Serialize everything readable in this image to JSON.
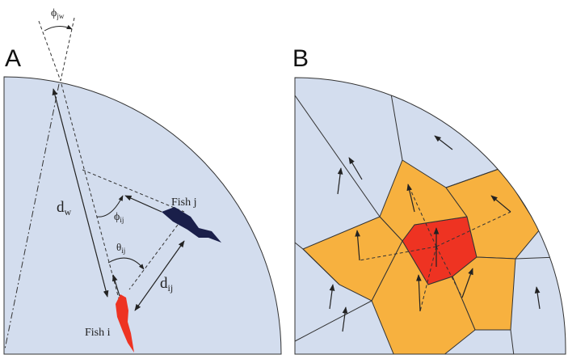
{
  "panel_a": {
    "letter": "A",
    "phi_jw": {
      "main": "ϕ",
      "sub": "jw"
    },
    "d_w": {
      "main": "d",
      "sub": "w"
    },
    "phi_ij": {
      "main": "ϕ",
      "sub": "ij"
    },
    "theta_ij": {
      "main": "θ",
      "sub": "ij"
    },
    "d_ij": {
      "main": "d",
      "sub": "ij"
    },
    "fish_j": "Fish j",
    "fish_i": "Fish i"
  },
  "panel_b": {
    "letter": "B"
  },
  "colors": {
    "water": "#d3ddee",
    "focal": "#ee3322",
    "neighbor": "#f7b13f",
    "fish_j": "#1a1f4a",
    "line": "#333333"
  }
}
